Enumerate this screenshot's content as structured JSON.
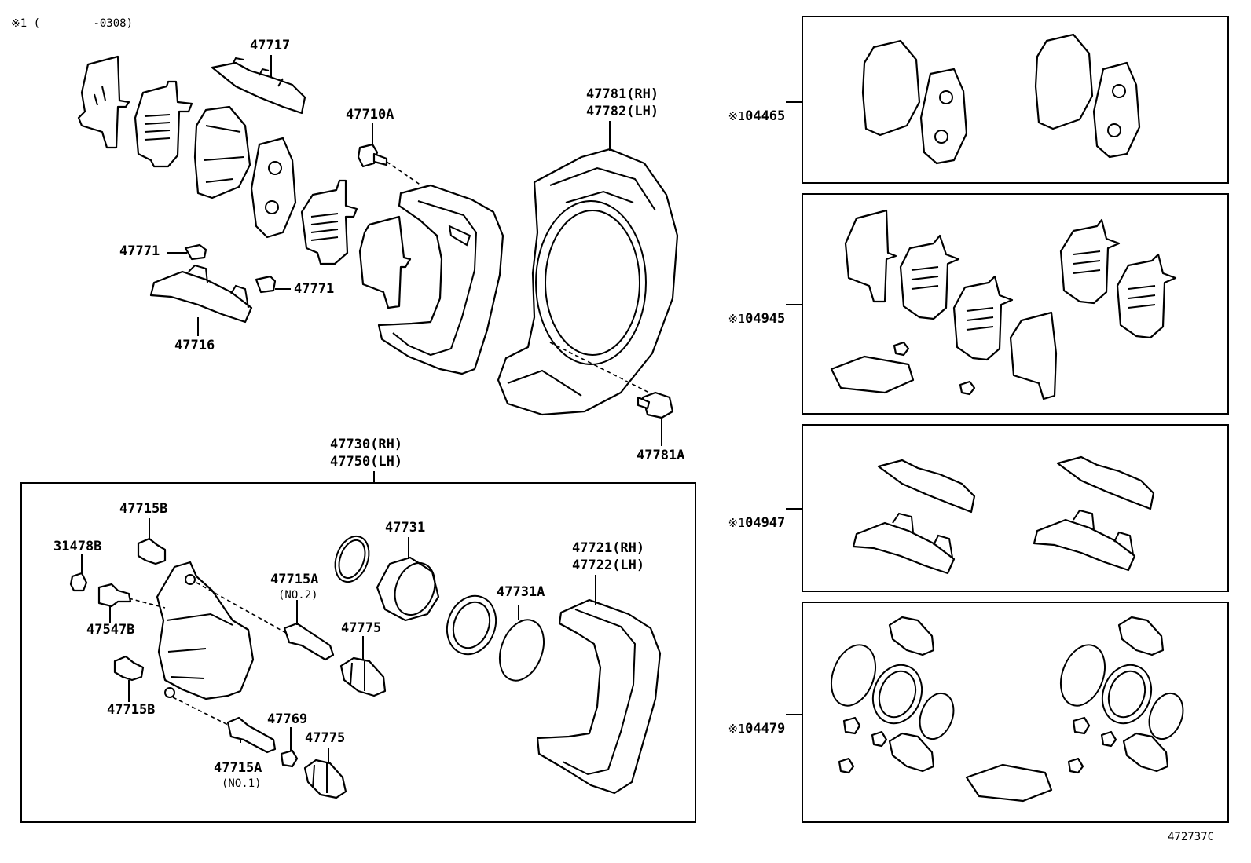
{
  "header_note": "※1 (        -0308)",
  "figure_id": "472737C",
  "labels": {
    "p47717": "47717",
    "p47710A": "47710A",
    "p47781": "47781(RH)",
    "p47782": "47782(LH)",
    "p47771_a": "47771",
    "p47771_b": "47771",
    "p47716": "47716",
    "p47781A": "47781A",
    "p47730": "47730(RH)",
    "p47750": "47750(LH)",
    "p47715B_a": "47715B",
    "p31478B": "31478B",
    "p47731": "47731",
    "p47721": "47721(RH)",
    "p47722": "47722(LH)",
    "p47715A_no2": "47715A",
    "no2": "(NO.2)",
    "p47547B": "47547B",
    "p47775_a": "47775",
    "p47731A": "47731A",
    "p47715B_b": "47715B",
    "p47769": "47769",
    "p47775_b": "47775",
    "p47715A_no1": "47715A",
    "no1": "(NO.1)"
  },
  "kits": [
    {
      "mark": "※1",
      "part": "04465"
    },
    {
      "mark": "※1",
      "part": "04945"
    },
    {
      "mark": "※1",
      "part": "04947"
    },
    {
      "mark": "※1",
      "part": "04479"
    }
  ]
}
